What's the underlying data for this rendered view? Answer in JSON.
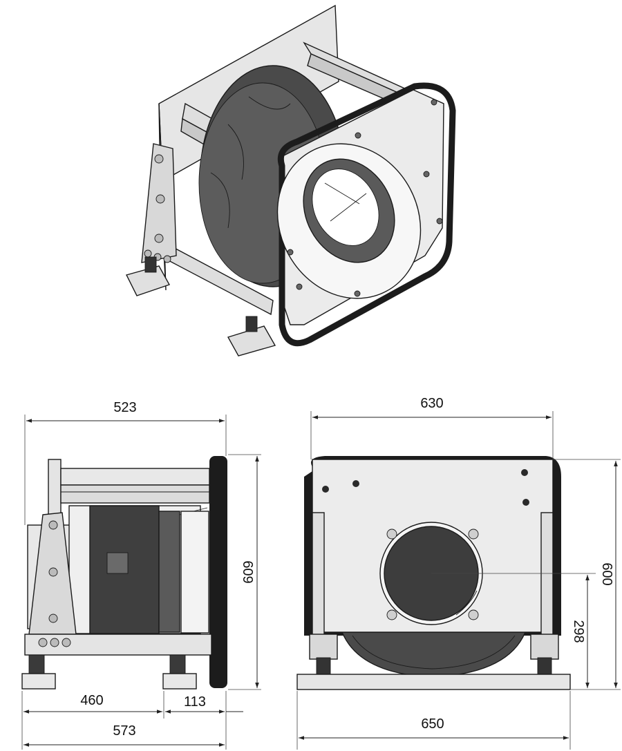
{
  "dimensions": {
    "side_width_top": "523",
    "side_height": "609",
    "side_bottom_left": "460",
    "side_bottom_right": "113",
    "side_total": "573",
    "front_width_top": "630",
    "front_height": "600",
    "front_axis_height": "298",
    "front_total": "650"
  },
  "colors": {
    "frame_light": "#e9e9e9",
    "frame_mid": "#d5d5d5",
    "impeller_dark": "#4a4a4a",
    "gasket": "#1c1c1c",
    "line": "#1a1a1a"
  }
}
